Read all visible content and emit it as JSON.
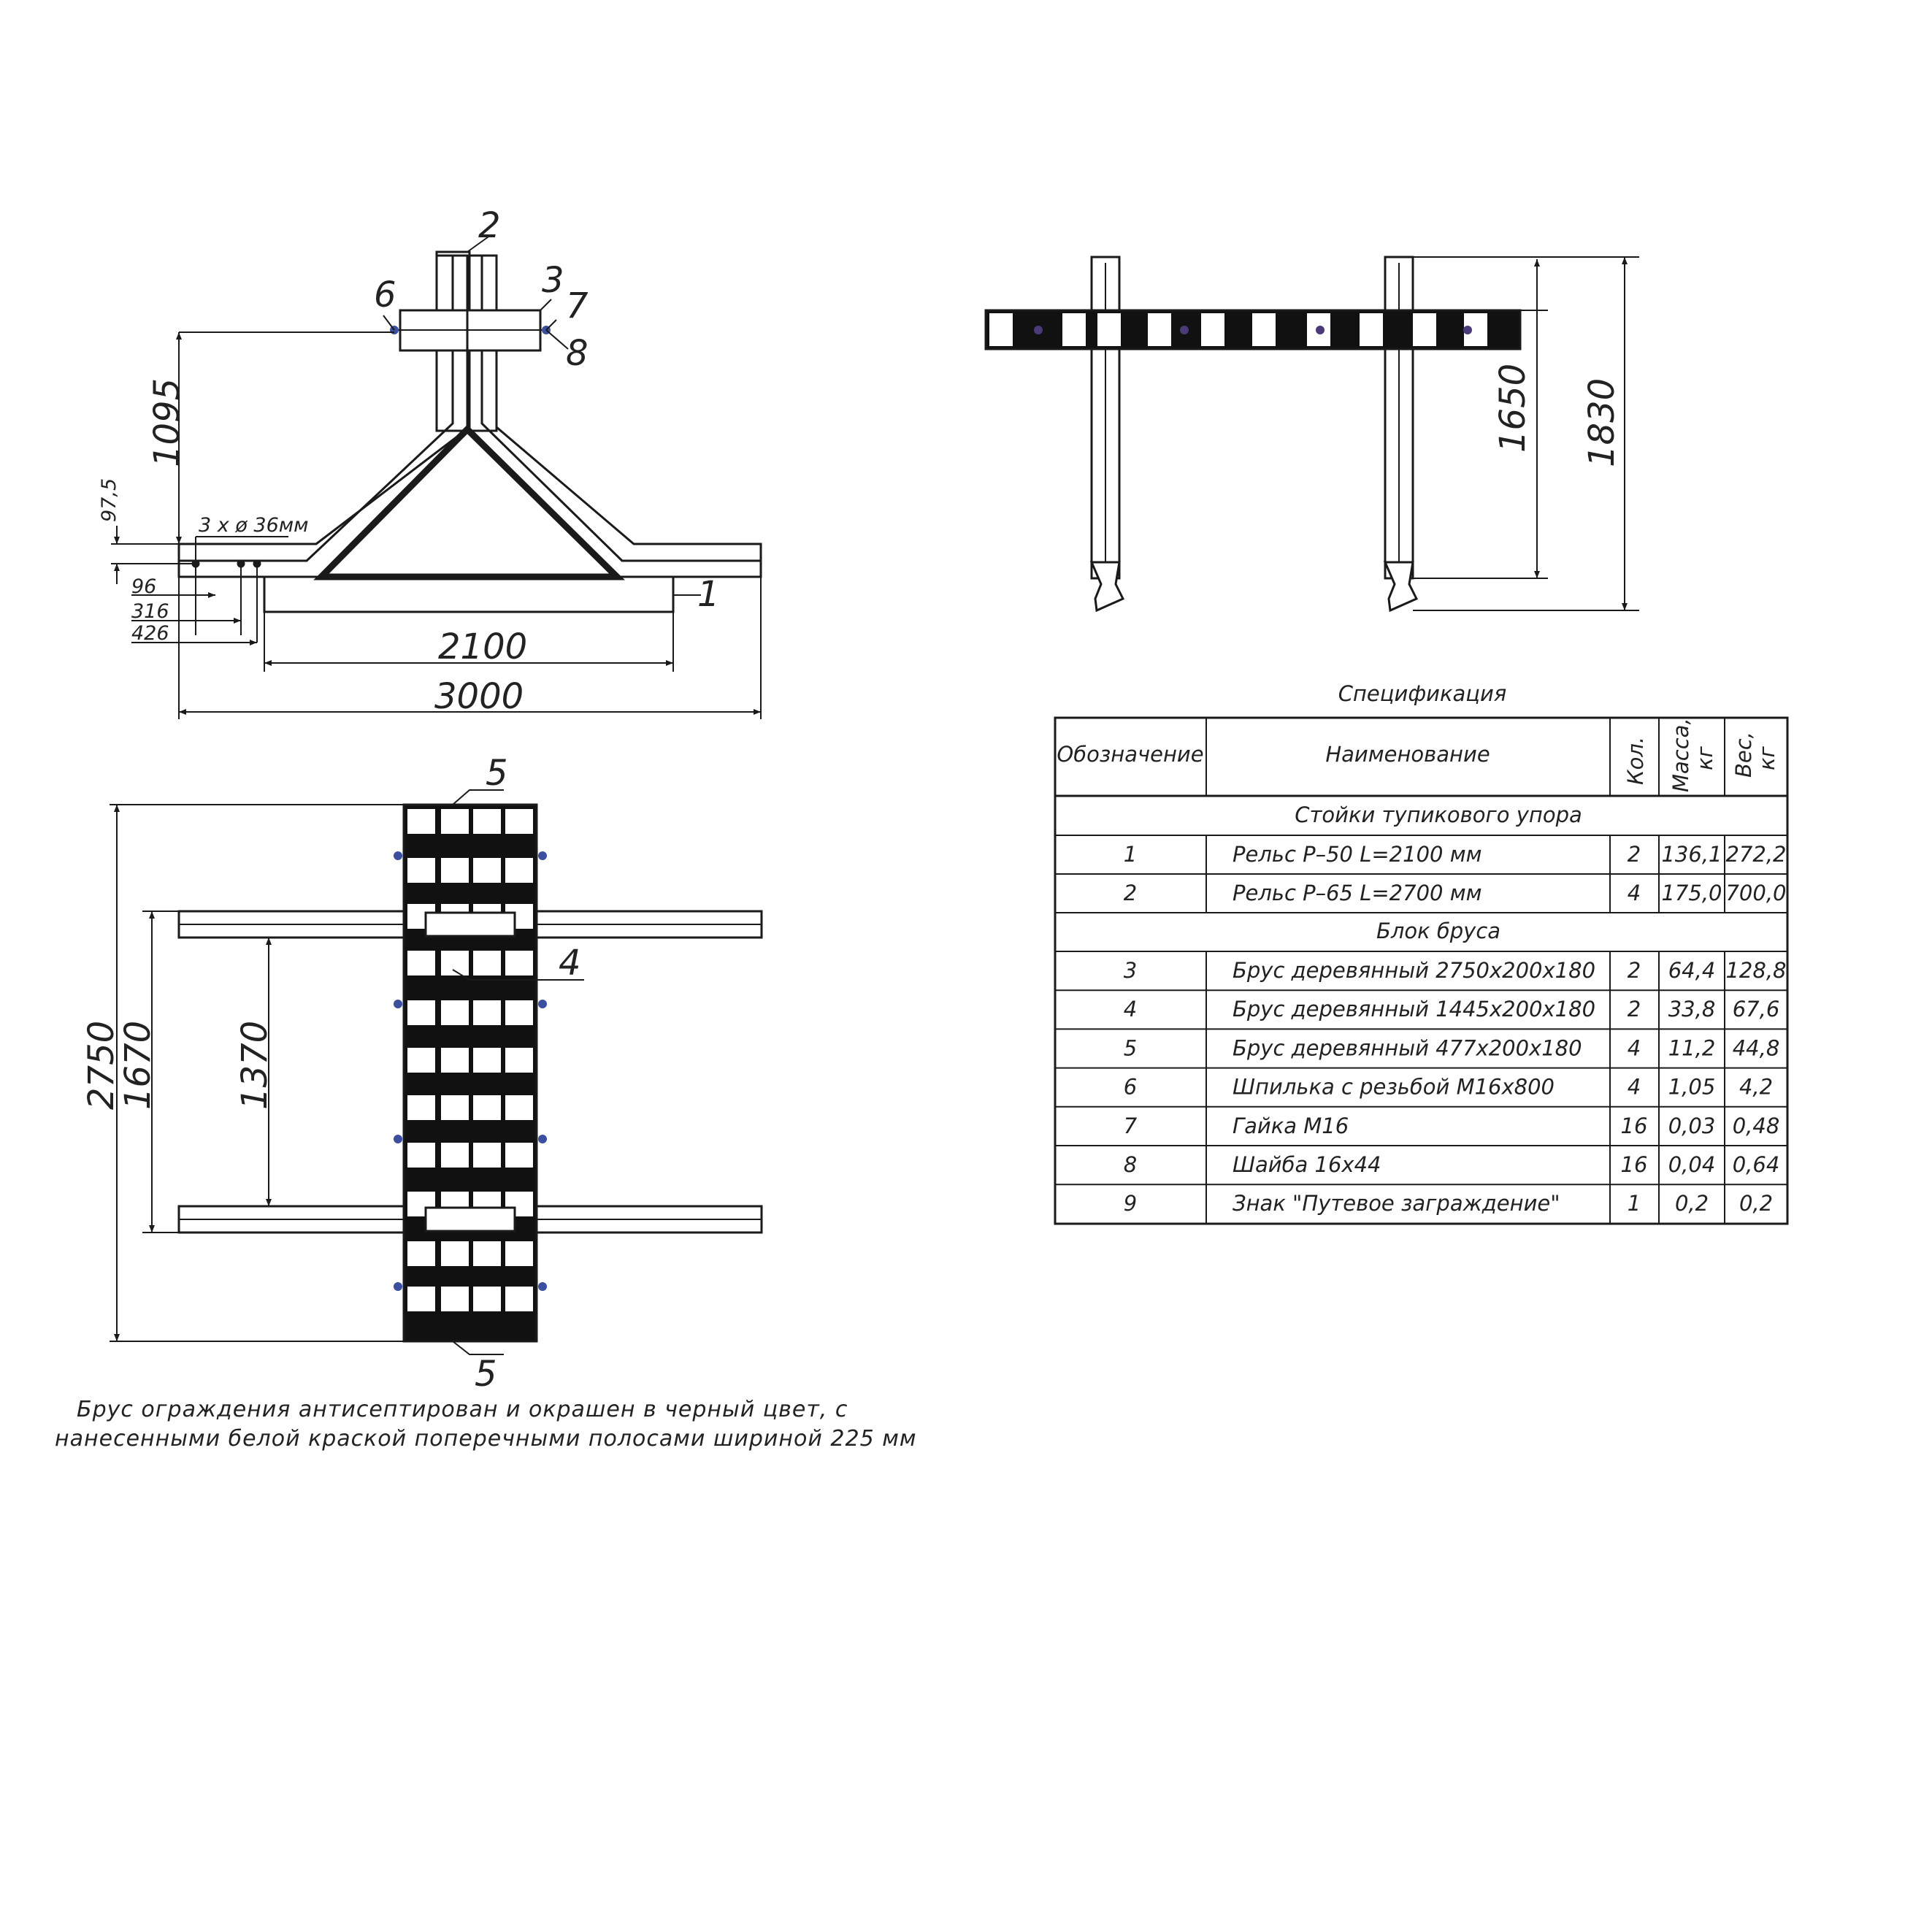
{
  "top_view": {
    "part_labels": [
      "2",
      "6",
      "3",
      "7",
      "8",
      "1"
    ],
    "dim_1095": "1095",
    "dim_97_5": "97,5",
    "holes_note": "3 х ø 36мм",
    "dim_96": "96",
    "dim_316": "316",
    "dim_426": "426",
    "dim_2100": "2100",
    "dim_3000": "3000"
  },
  "plan_view": {
    "part_labels": [
      "5",
      "4",
      "5"
    ],
    "dim_2750": "2750",
    "dim_1670": "1670",
    "dim_1370": "1370"
  },
  "front_view": {
    "dim_1650": "1650",
    "dim_1830": "1830"
  },
  "note_lines": [
    "Брус ограждения антисептирован и окрашен в черный цвет, с",
    "нанесенными белой краской поперечными полосами шириной 225 мм"
  ],
  "spec": {
    "title": "Спецификация",
    "headers": {
      "designation": "Обозначение",
      "name": "Наименование",
      "qty": "Кол.",
      "mass": "Масса,",
      "mass_unit": "кг",
      "weight": "Вес,",
      "weight_unit": "кг"
    },
    "section_1": "Стойки тупикового упора",
    "section_2": "Блок бруса",
    "rows": [
      {
        "n": "1",
        "name": "Рельс Р–50 L=2100 мм",
        "qty": "2",
        "mass": "136,1",
        "weight": "272,2"
      },
      {
        "n": "2",
        "name": "Рельс Р–65 L=2700 мм",
        "qty": "4",
        "mass": "175,0",
        "weight": "700,0"
      },
      {
        "n": "3",
        "name": "Брус деревянный 2750х200х180",
        "qty": "2",
        "mass": "64,4",
        "weight": "128,8"
      },
      {
        "n": "4",
        "name": "Брус деревянный 1445х200х180",
        "qty": "2",
        "mass": "33,8",
        "weight": "67,6"
      },
      {
        "n": "5",
        "name": "Брус деревянный 477х200х180",
        "qty": "4",
        "mass": "11,2",
        "weight": "44,8"
      },
      {
        "n": "6",
        "name": "Шпилька с резьбой М16х800",
        "qty": "4",
        "mass": "1,05",
        "weight": "4,2"
      },
      {
        "n": "7",
        "name": "Гайка М16",
        "qty": "16",
        "mass": "0,03",
        "weight": "0,48"
      },
      {
        "n": "8",
        "name": "Шайба 16х44",
        "qty": "16",
        "mass": "0,04",
        "weight": "0,64"
      },
      {
        "n": "9",
        "name": "Знак \"Путевое заграждение\"",
        "qty": "1",
        "mass": "0,2",
        "weight": "0,2"
      }
    ]
  },
  "colors": {
    "line": "#1a1a1a",
    "bolt": "#3b4fa0",
    "bolt_dot": "#4a3a7a"
  }
}
